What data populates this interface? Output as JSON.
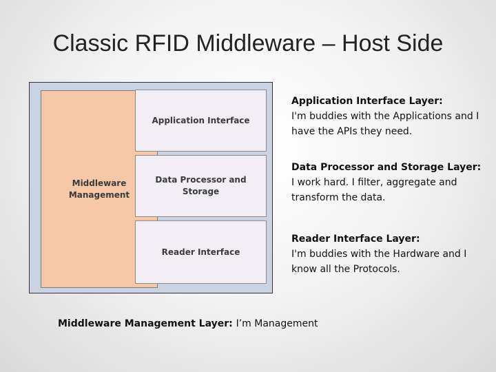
{
  "slide": {
    "title": "Classic RFID Middleware – Host Side"
  },
  "diagram": {
    "management_label_line1": "Middleware",
    "management_label_line2": "Management",
    "layers": [
      {
        "label": "Application Interface"
      },
      {
        "label": "Data Processor and Storage"
      },
      {
        "label": "Reader Interface"
      }
    ]
  },
  "descriptions": [
    {
      "heading": "Application Interface Layer:",
      "text": "I'm buddies with the Applications and I have the APIs they need."
    },
    {
      "heading": "Data Processor and Storage Layer:",
      "text": "I work hard.  I filter, aggregate and transform the data."
    },
    {
      "heading": "Reader Interface Layer:",
      "text": "I'm buddies with the Hardware and I know all the Protocols."
    }
  ],
  "footer": {
    "heading": "Middleware Management Layer:",
    "text": "I’m Management"
  }
}
